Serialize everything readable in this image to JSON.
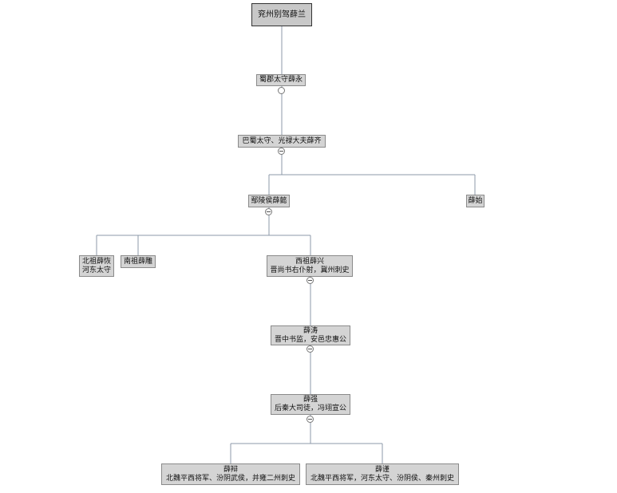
{
  "tree": {
    "root": {
      "line1": "兖州别驾薛兰"
    },
    "n1": {
      "line1": "蜀郡太守薛永"
    },
    "n2": {
      "line1": "巴蜀太守、光禄大夫薛齐"
    },
    "n3": {
      "line1": "鄢陵侯薛懿"
    },
    "n4": {
      "line1": "薛始"
    },
    "n5": {
      "line1": "北祖薛恢",
      "line2": "河东太守"
    },
    "n6": {
      "line1": "南祖薛雕"
    },
    "n7": {
      "line1": "西祖薛兴",
      "line2": "晋尚书右仆射，冀州刺史"
    },
    "n8": {
      "line1": "薛涛",
      "line2": "晋中书监，安邑忠惠公"
    },
    "n9": {
      "line1": "薛强",
      "line2": "后秦大司徒，冯翊宣公"
    },
    "n10": {
      "line1": "薛辩",
      "line2": "北魏平西将军、汾阴武侯，并雍二州刺史"
    },
    "n11": {
      "line1": "薛谨",
      "line2": "北魏平西将军，河东太守、汾阴侯、秦州刺史"
    }
  }
}
